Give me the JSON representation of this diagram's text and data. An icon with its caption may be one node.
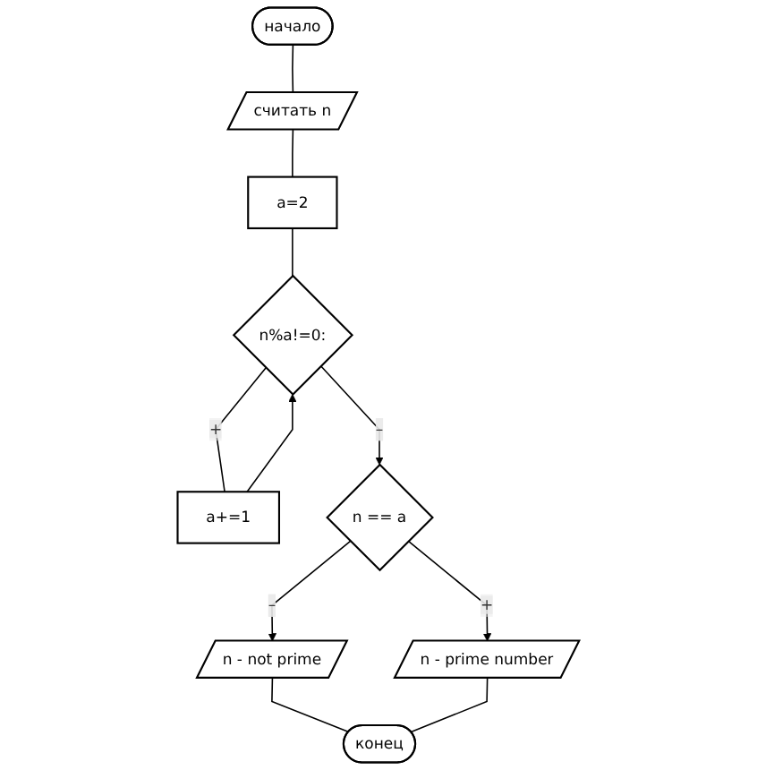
{
  "diagram": {
    "nodes": [
      {
        "text": [
          "начало"
        ]
      },
      {
        "text": [
          "считать n"
        ]
      },
      {
        "text": [
          "a=2"
        ]
      },
      {
        "text": [
          "n%a!=0:"
        ]
      },
      {
        "text": [
          "a+=1"
        ]
      },
      {
        "text": [
          "n == a"
        ]
      },
      {
        "text": [
          "n - not prime"
        ]
      },
      {
        "text": [
          "n - prime number"
        ]
      },
      {
        "text": [
          "конец"
        ]
      }
    ],
    "edges": [
      {
        "from": 0,
        "to": 1,
        "arrow": "none"
      },
      {
        "from": 1,
        "to": 2,
        "arrow": "none"
      },
      {
        "from": 2,
        "to": 3,
        "arrow": "none"
      },
      {
        "from": 3,
        "to": 4,
        "arrow": "none",
        "label": "+"
      },
      {
        "from": 4,
        "to": 3,
        "arrow": "to"
      },
      {
        "from": 3,
        "to": 5,
        "arrow": "to",
        "label": "–"
      },
      {
        "from": 5,
        "to": 6,
        "arrow": "to",
        "label": "–"
      },
      {
        "from": 5,
        "to": 7,
        "arrow": "to",
        "label": "+"
      },
      {
        "from": 6,
        "to": 8,
        "arrow": "none"
      },
      {
        "from": 7,
        "to": 8,
        "arrow": "none"
      }
    ]
  }
}
